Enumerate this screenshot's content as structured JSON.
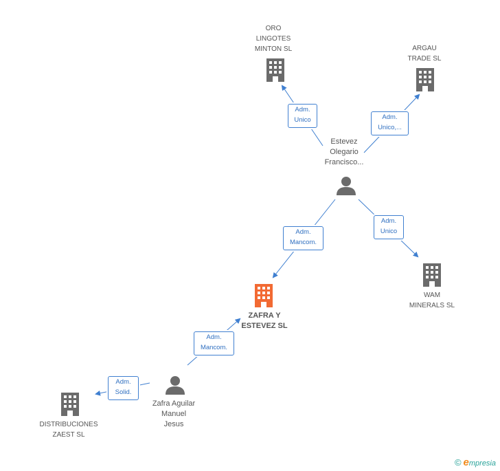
{
  "nodes": {
    "oro_lingotes": {
      "label": "ORO\nLINGOTES\nMINTON SL",
      "type": "company"
    },
    "argau_trade": {
      "label": "ARGAU\nTRADE SL",
      "type": "company"
    },
    "estevez": {
      "label": "Estevez\nOlegario\nFrancisco...",
      "type": "person"
    },
    "wam_minerals": {
      "label": "WAM\nMINERALS SL",
      "type": "company"
    },
    "zafra_estevez": {
      "label": "ZAFRA Y\nESTEVEZ SL",
      "type": "company",
      "focus": true
    },
    "zafra_aguilar": {
      "label": "Zafra Aguilar\nManuel\nJesus",
      "type": "person"
    },
    "distribuciones": {
      "label": "DISTRIBUCIONES\nZAEST SL",
      "type": "company"
    }
  },
  "edges": {
    "estevez_oro": {
      "role": "Adm.\nUnico"
    },
    "estevez_argau": {
      "role": "Adm.\nUnico,..."
    },
    "estevez_zafra": {
      "role": "Adm.\nMancom."
    },
    "estevez_wam": {
      "role": "Adm.\nUnico"
    },
    "aguilar_zafra": {
      "role": "Adm.\nMancom."
    },
    "aguilar_distrib": {
      "role": "Adm.\nSolid."
    }
  },
  "colors": {
    "company": "#6b6b6b",
    "focus": "#f26a33",
    "line": "#3f7fd0",
    "person": "#6b6b6b"
  },
  "footer": {
    "copyright": "©",
    "brand_initial": "e",
    "brand_rest": "mpresia"
  }
}
